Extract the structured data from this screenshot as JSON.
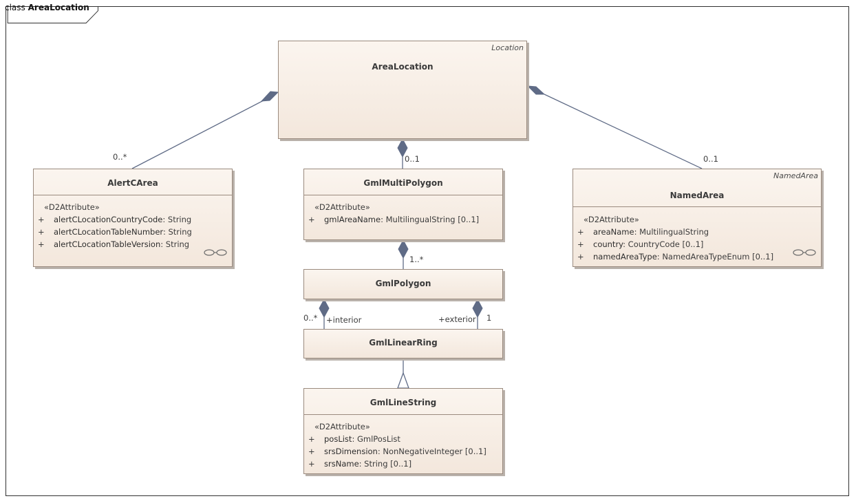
{
  "frame": {
    "keyword": "class",
    "name": "AreaLocation"
  },
  "classes": {
    "area_location": {
      "name": "AreaLocation",
      "parent": "Location"
    },
    "alertc_area": {
      "name": "AlertCArea",
      "stereotype": "«D2Attribute»",
      "attributes": [
        {
          "vis": "+",
          "name": "alertCLocationCountryCode",
          "type": ": String"
        },
        {
          "vis": "+",
          "name": "alertCLocationTableNumber",
          "type": ": String"
        },
        {
          "vis": "+",
          "name": "alertCLocationTableVersion",
          "type": ": String"
        }
      ]
    },
    "gml_multi_polygon": {
      "name": "GmlMultiPolygon",
      "stereotype": "«D2Attribute»",
      "attributes": [
        {
          "vis": "+",
          "name": "gmlAreaName",
          "type": ": MultilingualString [0..1]"
        }
      ]
    },
    "named_area": {
      "name": "NamedArea",
      "parent": "NamedArea",
      "stereotype": "«D2Attribute»",
      "attributes": [
        {
          "vis": "+",
          "name": "areaName",
          "type": ": MultilingualString"
        },
        {
          "vis": "+",
          "name": "country",
          "type": ": CountryCode [0..1]"
        },
        {
          "vis": "+",
          "name": "namedAreaType",
          "type": ": NamedAreaTypeEnum [0..1]"
        }
      ]
    },
    "gml_polygon": {
      "name": "GmlPolygon"
    },
    "gml_linear_ring": {
      "name": "GmlLinearRing"
    },
    "gml_line_string": {
      "name": "GmlLineString",
      "stereotype": "«D2Attribute»",
      "attributes": [
        {
          "vis": "+",
          "name": "posList",
          "type": ": GmlPosList"
        },
        {
          "vis": "+",
          "name": "srsDimension",
          "type": ": NonNegativeInteger [0..1]"
        },
        {
          "vis": "+",
          "name": "srsName",
          "type": ": String [0..1]"
        }
      ]
    }
  },
  "labels": {
    "alertc_mult": "0..*",
    "multipolygon_mult": "0..1",
    "namedarea_mult": "0..1",
    "polygon_mult": "1..*",
    "interior_mult": "0..*",
    "interior_role": "+interior",
    "exterior_role": "+exterior",
    "exterior_mult": "1"
  },
  "colors": {
    "connector": "#5f6b86",
    "box_border": "#9a8a7e",
    "box_fill_top": "#fbf5ef",
    "box_fill_bottom": "#f3e7dc"
  },
  "icons": {
    "linked_attribute": "link-chain-icon"
  }
}
